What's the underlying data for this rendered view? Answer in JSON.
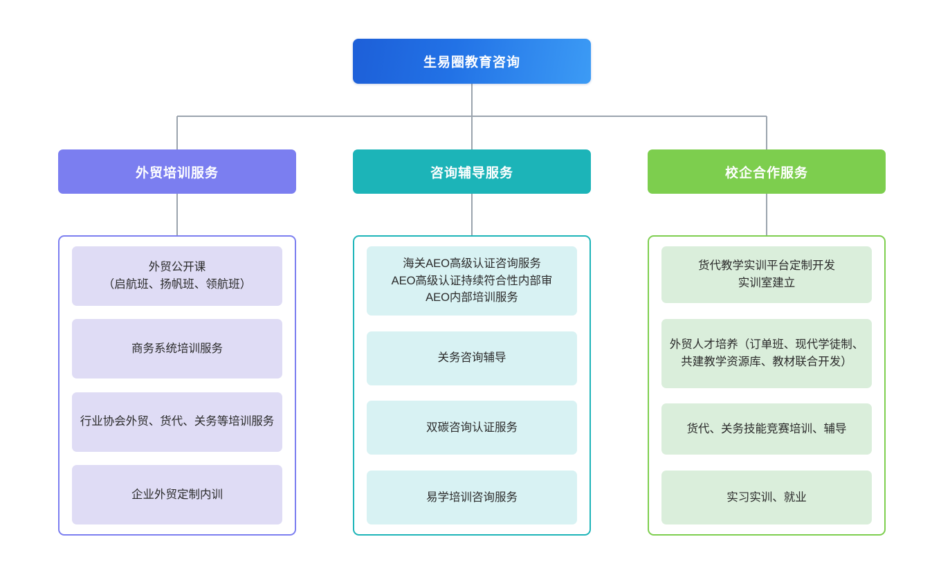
{
  "diagram": {
    "type": "organization-tree",
    "orientation": "top-down",
    "levels": 3,
    "connector_color": "#9aa3ad"
  },
  "root": {
    "label": "生易圈教育咨询",
    "color_start": "#1d5fd8",
    "color_end": "#3c9bf5",
    "text_color": "#ffffff"
  },
  "branches": [
    {
      "header": "外贸培训服务",
      "accent": "#7b7ef0",
      "leaf_fill": "#dfdcf5",
      "items": [
        "外贸公开课\n（启航班、扬帆班、领航班）",
        "商务系统培训服务",
        "行业协会外贸、货代、关务等培训服务",
        "企业外贸定制内训"
      ]
    },
    {
      "header": "咨询辅导服务",
      "accent": "#1cb4b8",
      "leaf_fill": "#d8f2f3",
      "items": [
        "海关AEO高级认证咨询服务\nAEO高级认证持续符合性内部审\nAEO内部培训服务",
        "关务咨询辅导",
        "双碳咨询认证服务",
        "易学培训咨询服务"
      ]
    },
    {
      "header": "校企合作服务",
      "accent": "#7dce4e",
      "leaf_fill": "#daeedb",
      "items": [
        "货代教学实训平台定制开发\n实训室建立",
        "外贸人才培养（订单班、现代学徒制、共建教学资源库、教材联合开发）",
        "货代、关务技能竞赛培训、辅导",
        "实习实训、就业"
      ]
    }
  ]
}
